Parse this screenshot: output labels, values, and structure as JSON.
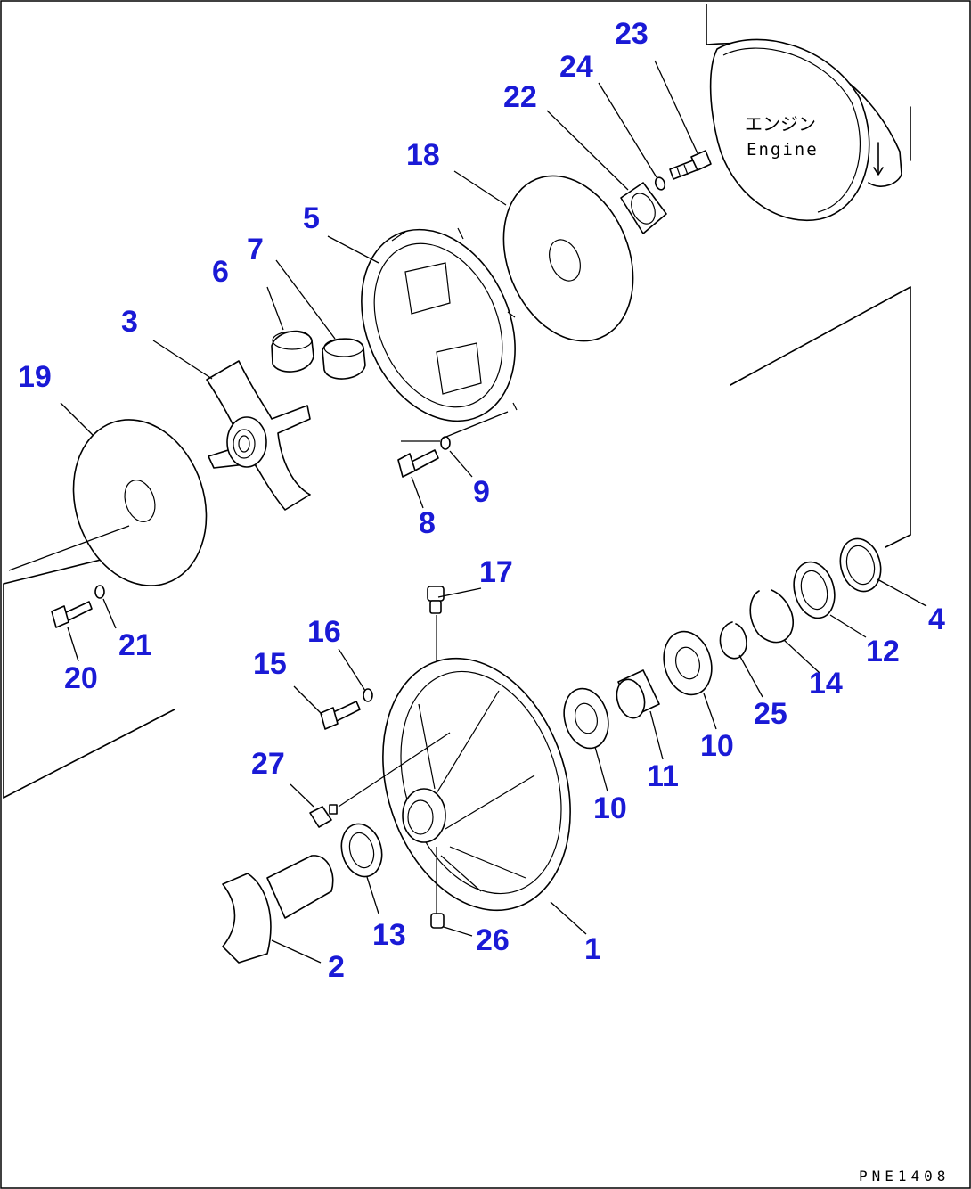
{
  "engine_label_jp": "エンジン",
  "engine_label_en": "Engine",
  "drawing_code": "PNE1408",
  "callouts": [
    {
      "id": "c1",
      "text": "1"
    },
    {
      "id": "c2",
      "text": "2"
    },
    {
      "id": "c3",
      "text": "3"
    },
    {
      "id": "c4",
      "text": "4"
    },
    {
      "id": "c5",
      "text": "5"
    },
    {
      "id": "c6",
      "text": "6"
    },
    {
      "id": "c7",
      "text": "7"
    },
    {
      "id": "c8",
      "text": "8"
    },
    {
      "id": "c9",
      "text": "9"
    },
    {
      "id": "c10a",
      "text": "10"
    },
    {
      "id": "c10b",
      "text": "10"
    },
    {
      "id": "c11",
      "text": "11"
    },
    {
      "id": "c12",
      "text": "12"
    },
    {
      "id": "c13",
      "text": "13"
    },
    {
      "id": "c14",
      "text": "14"
    },
    {
      "id": "c15",
      "text": "15"
    },
    {
      "id": "c16",
      "text": "16"
    },
    {
      "id": "c17",
      "text": "17"
    },
    {
      "id": "c18",
      "text": "18"
    },
    {
      "id": "c19",
      "text": "19"
    },
    {
      "id": "c20",
      "text": "20"
    },
    {
      "id": "c21",
      "text": "21"
    },
    {
      "id": "c22",
      "text": "22"
    },
    {
      "id": "c23",
      "text": "23"
    },
    {
      "id": "c24",
      "text": "24"
    },
    {
      "id": "c25",
      "text": "25"
    },
    {
      "id": "c26",
      "text": "26"
    },
    {
      "id": "c27",
      "text": "27"
    }
  ]
}
